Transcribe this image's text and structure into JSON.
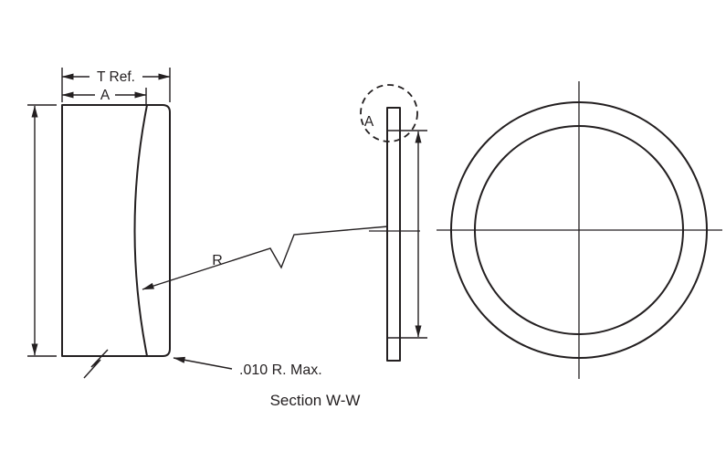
{
  "drawing": {
    "background_color": "#ffffff",
    "line_color": "#231f20",
    "section_view": {
      "thickness_dim_label": "T Ref.",
      "a_dim_label": "A",
      "radius_label": "R",
      "corner_radius_note": ".010 R. Max.",
      "caption": "Section W-W"
    },
    "detail_view": {
      "detail_label": "A"
    }
  }
}
